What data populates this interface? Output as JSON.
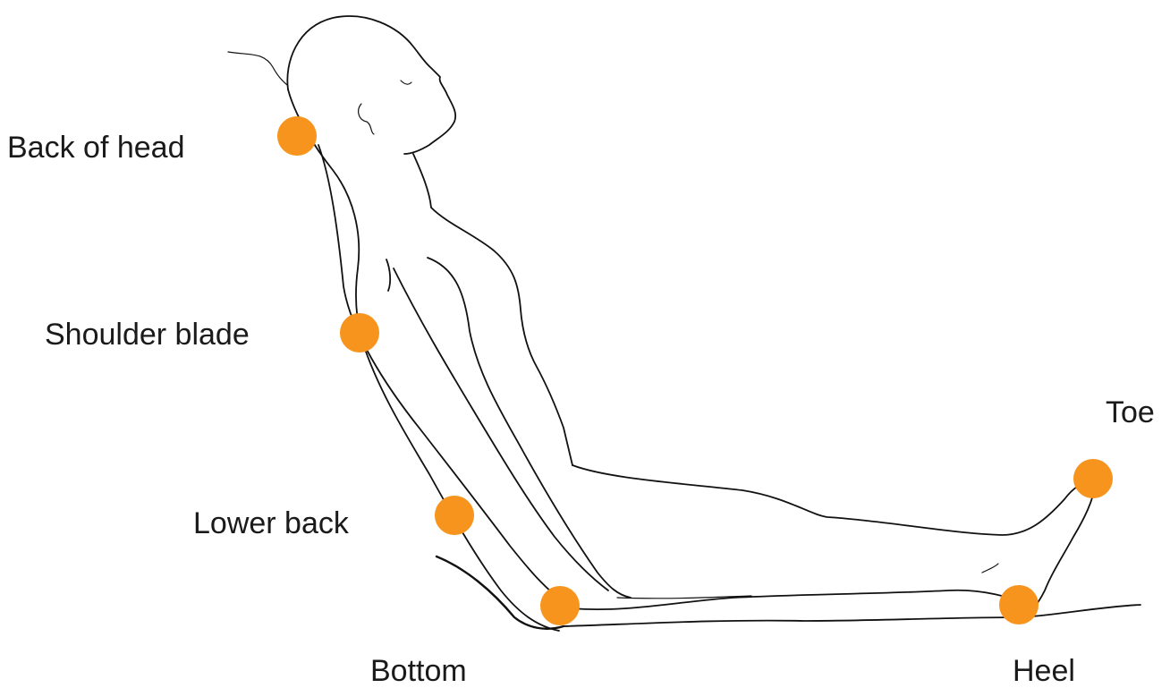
{
  "marker_color": "#f7941d",
  "points": [
    {
      "id": "back-of-head",
      "label": "Back of head"
    },
    {
      "id": "shoulder-blade",
      "label": "Shoulder blade"
    },
    {
      "id": "lower-back",
      "label": "Lower back"
    },
    {
      "id": "bottom",
      "label": "Bottom"
    },
    {
      "id": "heel",
      "label": "Heel"
    },
    {
      "id": "toe",
      "label": "Toe"
    }
  ]
}
